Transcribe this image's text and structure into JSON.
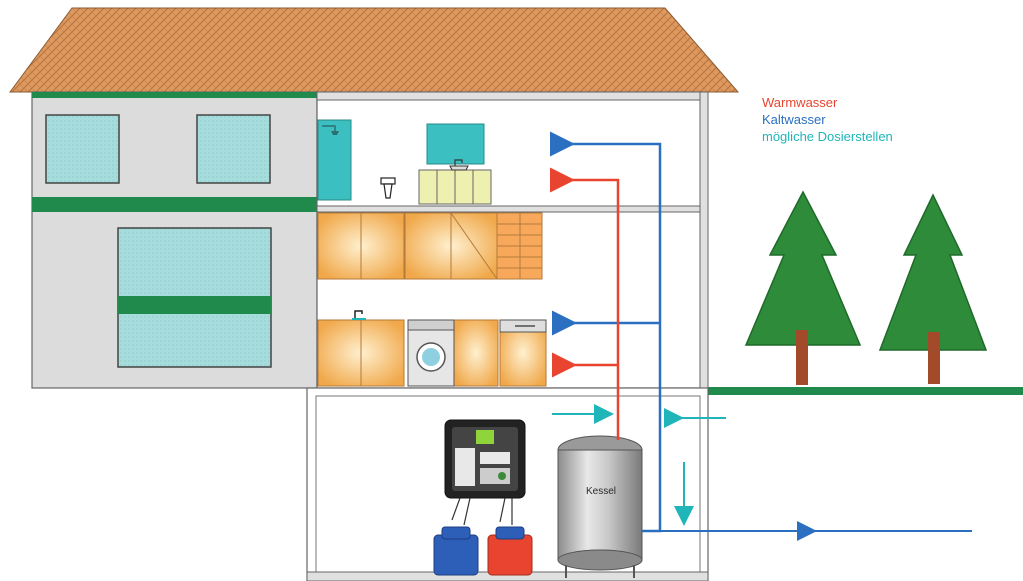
{
  "legend": {
    "warm": "Warmwasser",
    "cold": "Kaltwasser",
    "dosing": "mögliche Dosierstellen"
  },
  "tank_label": "Kessel",
  "colors": {
    "warm": "#e8442f",
    "cold": "#2a6fc0",
    "dosing": "#1fb5b9",
    "roof": "#d9935a",
    "green_band": "#1f8a4c",
    "tree": "#2e8b3a",
    "trunk": "#a34a2a",
    "cabinet": "#f4b860",
    "window": "#9ed8d8"
  },
  "icons": [
    "shower-icon",
    "toilet-icon",
    "washbasin-icon",
    "washing-machine-icon",
    "dishwasher-icon",
    "tap-icon",
    "dosing-pump-icon",
    "canister-icon",
    "tree-icon"
  ]
}
